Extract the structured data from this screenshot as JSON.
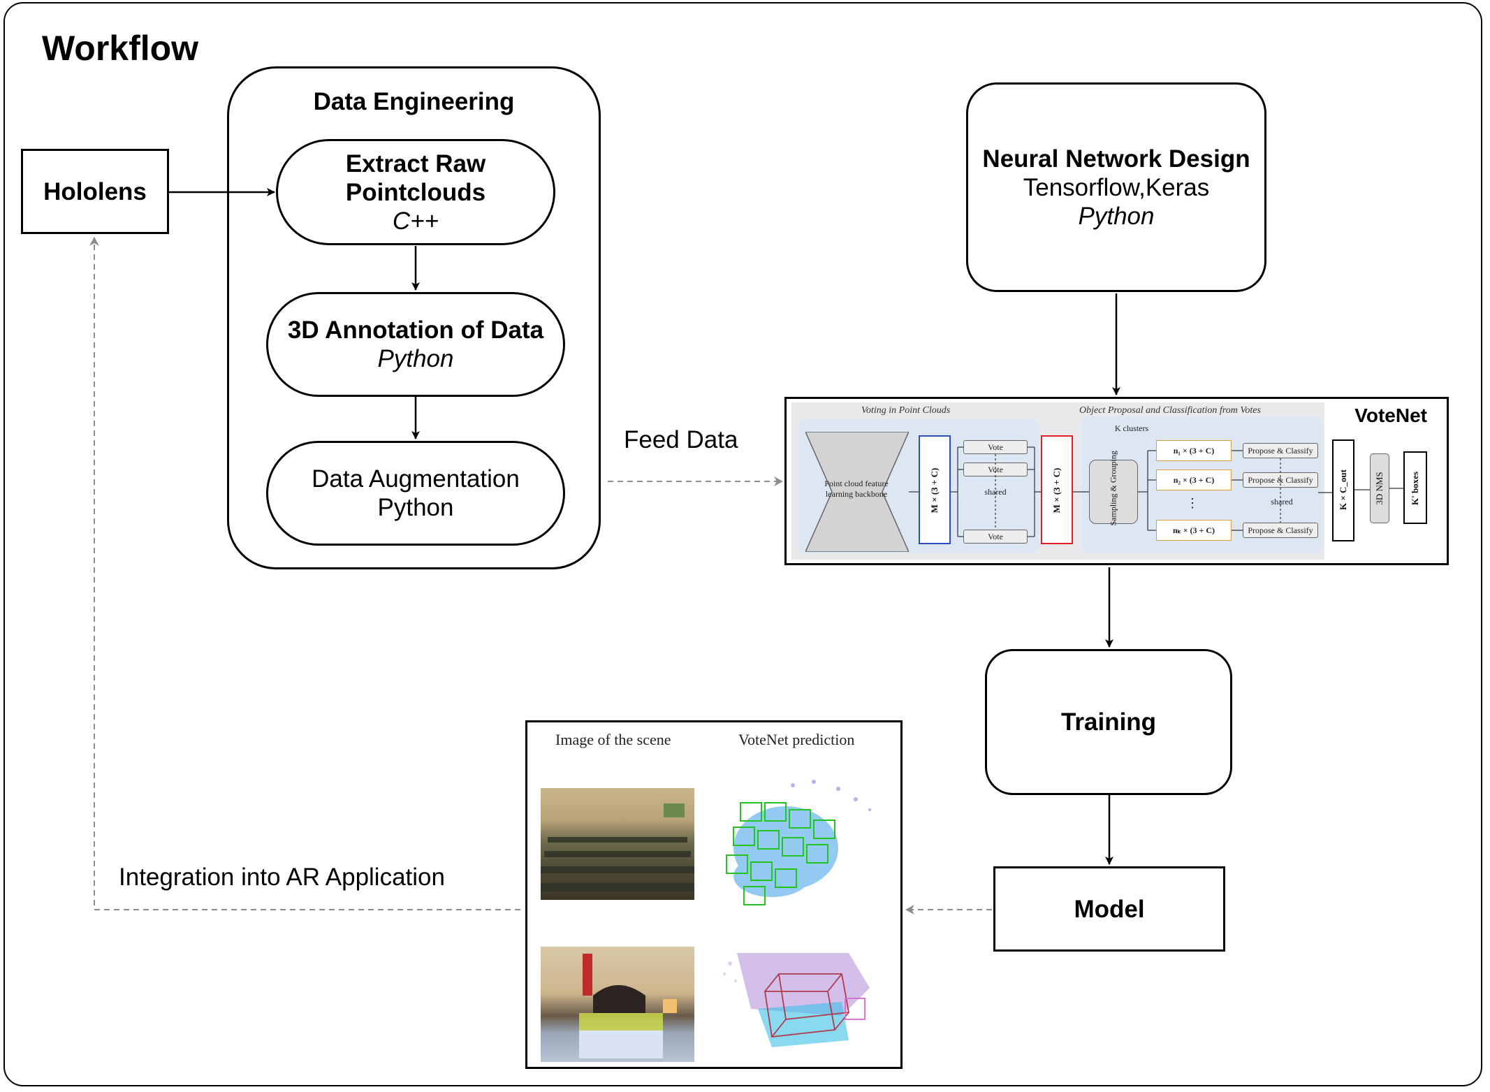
{
  "title": "Workflow",
  "hololens": "Hololens",
  "data_engineering": {
    "title": "Data Engineering",
    "extract": {
      "line1": "Extract Raw",
      "line2": "Pointclouds",
      "lang": "C++"
    },
    "annotation": {
      "title": "3D Annotation of Data",
      "lang": "Python"
    },
    "augmentation": {
      "title": "Data Augmentation",
      "lang": "Python"
    }
  },
  "neural_network": {
    "title": "Neural Network Design",
    "frameworks": "Tensorflow,Keras",
    "lang": "Python"
  },
  "feed_data": "Feed Data",
  "votenet": {
    "title": "VoteNet",
    "caption_left": "Voting in Point Clouds",
    "caption_right": "Object Proposal and Classification from Votes",
    "backbone": "Point cloud feature learning backbone",
    "seeds": "M × (3 + C)",
    "votes_label": "M × (3 + C)",
    "vote": "Vote",
    "shared": "shared",
    "k_clusters": "K clusters",
    "sampling": "Sampling & Grouping",
    "cluster_1": "n₁ × (3 + C)",
    "cluster_2": "n₂ × (3 + C)",
    "cluster_k": "nₖ × (3 + C)",
    "propose": "Propose & Classify",
    "output": "K × C_out",
    "nms": "3D NMS",
    "boxes": "K' boxes"
  },
  "training": "Training",
  "model": "Model",
  "integration": "Integration into AR Application",
  "prediction": {
    "caption_left": "Image of the scene",
    "caption_right": "VoteNet prediction"
  },
  "colors": {
    "seed_box": "#2b4fc2",
    "vote_box": "#e02020",
    "cluster_box": "#e0a040",
    "votenet_bg": "#dde6f3"
  }
}
